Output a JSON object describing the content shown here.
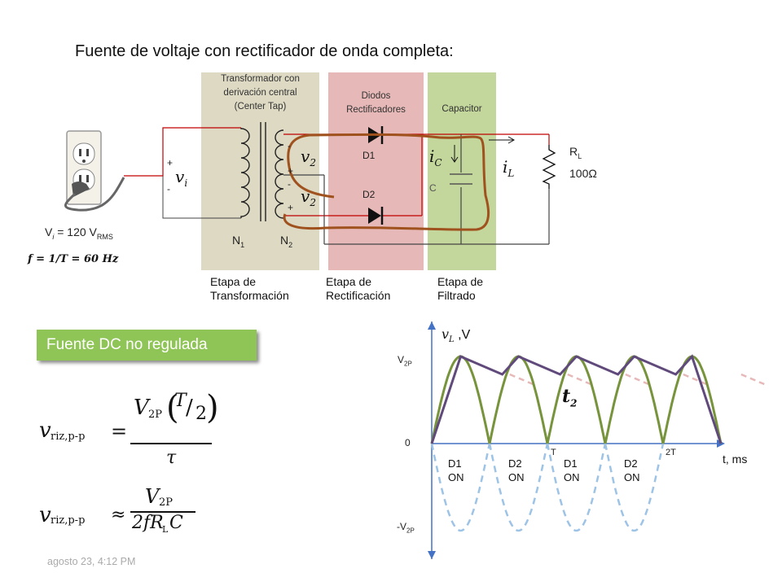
{
  "title": "Fuente de voltaje con rectificador de onda completa:",
  "panels": {
    "transformer": "Transformador con derivación central (Center Tap)",
    "transformer_lines": [
      "Transformador con",
      "derivación central",
      "(Center Tap)"
    ],
    "diodes_lines": [
      "Diodos",
      "Rectificadores"
    ],
    "capacitor": "Capacitor"
  },
  "stages": {
    "transformation": [
      "Etapa de",
      "Transformación"
    ],
    "rectification": [
      "Etapa de",
      "Rectificación"
    ],
    "filter": [
      "Etapa de",
      "Filtrado"
    ]
  },
  "circuit": {
    "vi_label": "v",
    "vi_sub": "i",
    "vi_value": "V",
    "vi_value_sub": "i",
    "vi_value_text": " = 120 V",
    "vi_value_unit": "RMS",
    "freq_formula": "f = 1/T = 60 Hz",
    "n1": "N",
    "n1_sub": "1",
    "n2": "N",
    "n2_sub": "2",
    "v2_top": "v",
    "v2_top_sub": "2",
    "v2_bot": "v",
    "v2_bot_sub": "2",
    "d1": "D1",
    "d2": "D2",
    "c_label": "C",
    "ic_label": "i",
    "ic_sub": "C",
    "il_label": "i",
    "il_sub": "L",
    "rl_label": "R",
    "rl_sub": "L",
    "rl_value": "100Ω",
    "plus": "+",
    "minus": "-"
  },
  "badge": "Fuente DC no regulada",
  "formulas": {
    "ripple_exact": "v_riz,p-p = V_2P (T/2) / τ",
    "ripple_approx": "v_riz,p-p ≈ V_2P / (2 f R_L C)"
  },
  "graph": {
    "y_axis_label": "v",
    "y_axis_sub": "L",
    "y_axis_unit": " ,V",
    "x_axis_label": "t, ms",
    "v2p": "V",
    "v2p_sub": "2P",
    "neg_v2p": "-V",
    "neg_v2p_sub": "2P",
    "zero": "0",
    "tick_T": "T",
    "tick_2T": "2T",
    "t2_label": "t",
    "t2_sub": "2",
    "on_labels": [
      {
        "name": "D1",
        "state": "ON"
      },
      {
        "name": "D2",
        "state": "ON"
      },
      {
        "name": "D1",
        "state": "ON"
      },
      {
        "name": "D2",
        "state": "ON"
      }
    ],
    "colors": {
      "rectified": "#77933c",
      "envelope": "#604a7b",
      "negative_dashed": "#9dc3e6",
      "decay_dashed": "#e6b8b7",
      "axis": "#4472c4"
    }
  },
  "footer": "agosto 23, 4:12 PM"
}
